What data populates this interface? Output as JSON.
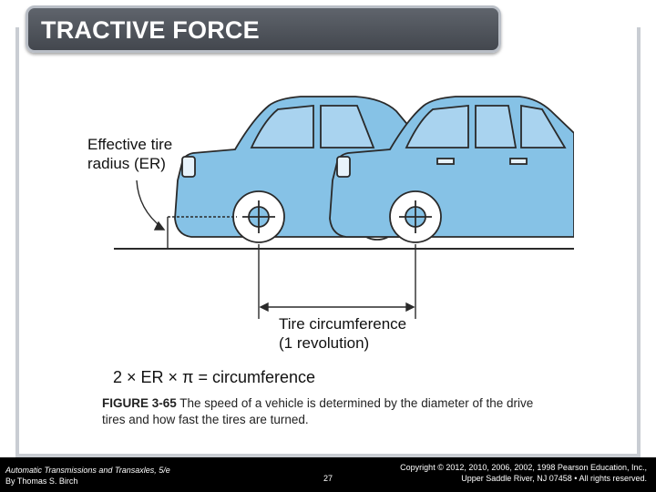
{
  "slide": {
    "title": "TRACTIVE FORCE"
  },
  "diagram": {
    "label_er_line1": "Effective tire",
    "label_er_line2": "radius (ER)",
    "label_circ_line1": "Tire circumference",
    "label_circ_line2": "(1 revolution)",
    "formula": "2 × ER × π = circumference"
  },
  "caption": {
    "figure_number": "FIGURE 3-65",
    "text": " The speed of a vehicle is determined by the diameter of the drive tires and how fast the tires are turned."
  },
  "footer": {
    "book_title": "Automatic Transmissions and Transaxles, 5/e",
    "author": "By Thomas S. Birch",
    "page_number": "27",
    "copyright_line1": "Copyright © 2012, 2010, 2006, 2002, 1998 Pearson Education, Inc.,",
    "copyright_line2": "Upper Saddle River, NJ 07458 • All rights reserved."
  },
  "colors": {
    "car_body": "#86c2e6",
    "window": "#a9d3ef",
    "outline": "#2a2a2a",
    "title_bar": "#4f535a"
  }
}
